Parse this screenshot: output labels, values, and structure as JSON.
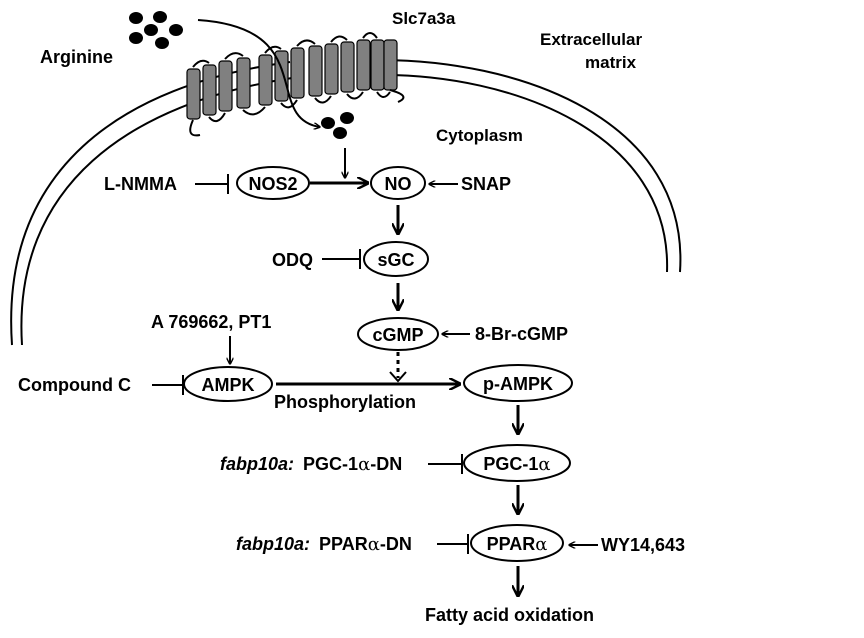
{
  "labels": {
    "arginine": "Arginine",
    "slc7a3a": "Slc7a3a",
    "extracellular_1": "Extracellular",
    "extracellular_2": "matrix",
    "cytoplasm": "Cytoplasm",
    "l_nmma": "L-NMMA",
    "snap": "SNAP",
    "odq": "ODQ",
    "activators": "A 769662, PT1",
    "br_cgmp": "8-Br-cGMP",
    "compound_c": "Compound C",
    "phosphorylation": "Phosphorylation",
    "pgc_dn_prefix": "fabp10a:",
    "pgc_dn_a": "PGC-1",
    "pgc_dn_alpha": "α",
    "pgc_dn_b": "-DN",
    "ppar_dn_prefix": "fabp10a:",
    "ppar_dn_a": "PPAR",
    "ppar_dn_alpha": "α",
    "ppar_dn_b": "-DN",
    "wy": "WY14,643",
    "fatty_acid": "Fatty acid oxidation"
  },
  "nodes": {
    "nos2": "NOS2",
    "no": "NO",
    "sgc": "sGC",
    "cgmp": "cGMP",
    "ampk": "AMPK",
    "p_ampk": "p-AMPK",
    "pgc_a": "PGC-1",
    "pgc_alpha": "α",
    "ppar_a": "PPAR",
    "ppar_alpha": "α"
  }
}
